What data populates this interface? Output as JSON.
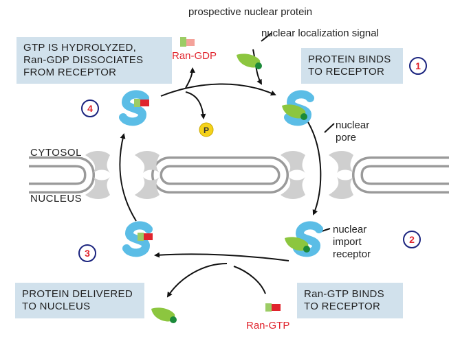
{
  "labels": {
    "prospective_protein": "prospective nuclear protein",
    "nls": "nuclear localization signal",
    "ran_gdp": "Ran-GDP",
    "ran_gtp": "Ran-GTP",
    "phosphate": "P",
    "nuclear_pore": [
      "nuclear",
      "pore"
    ],
    "import_receptor": [
      "nuclear",
      "import",
      "receptor"
    ],
    "cytosol": "CYTOSOL",
    "nucleus": "NUCLEUS"
  },
  "boxes": {
    "step1": [
      "PROTEIN BINDS",
      "TO RECEPTOR"
    ],
    "step2": [
      "Ran-GTP BINDS",
      "TO RECEPTOR"
    ],
    "step3": [
      "PROTEIN DELIVERED",
      "TO NUCLEUS"
    ],
    "step4": [
      "GTP IS HYDROLYZED,",
      "Ran-GDP DISSOCIATES",
      "FROM RECEPTOR"
    ]
  },
  "steps": {
    "s1": "1",
    "s2": "2",
    "s3": "3",
    "s4": "4"
  },
  "colors": {
    "receptor": "#5bbde6",
    "protein": "#8cc63f",
    "nls": "#1b8a3a",
    "ran": "#e0242d",
    "ran_gdp_pink": "#f4a29a",
    "box": "#d1e1ec",
    "pore": "#cfcfcf",
    "phosphate": "#f5d21a"
  }
}
